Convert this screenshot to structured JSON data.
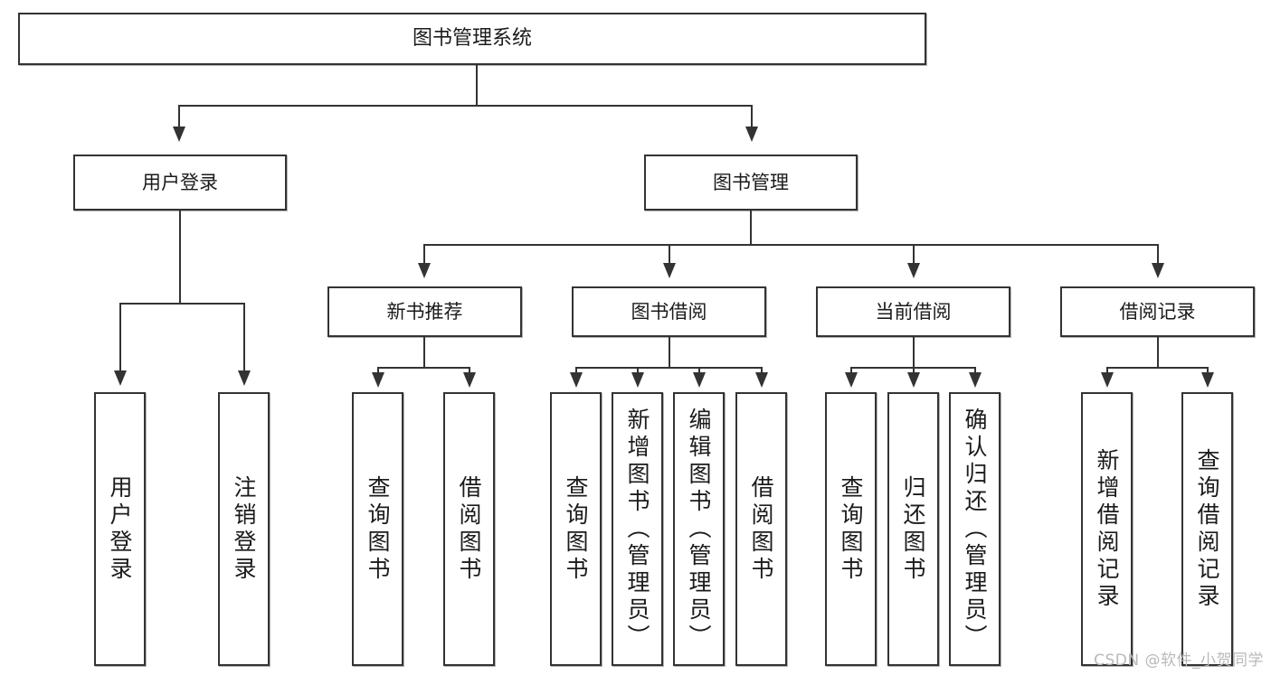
{
  "diagram": {
    "title": "图书管理系统",
    "watermark": "CSDN @软件_小贺同学",
    "level1": {
      "label": "图书管理系统"
    },
    "level2": [
      {
        "label": "用户登录"
      },
      {
        "label": "图书管理"
      }
    ],
    "level3": [
      {
        "label": "新书推荐"
      },
      {
        "label": "图书借阅"
      },
      {
        "label": "当前借阅"
      },
      {
        "label": "借阅记录"
      }
    ],
    "leaves": {
      "user_login": [
        {
          "label": "用户登录"
        },
        {
          "label": "注销登录"
        }
      ],
      "new_book": [
        {
          "label": "查询图书"
        },
        {
          "label": "借阅图书"
        }
      ],
      "book_borrow": [
        {
          "label": "查询图书"
        },
        {
          "label": "新增图书（管理员）"
        },
        {
          "label": "编辑图书（管理员）"
        },
        {
          "label": "借阅图书"
        }
      ],
      "current_borrow": [
        {
          "label": "查询图书"
        },
        {
          "label": "归还图书"
        },
        {
          "label": "确认归还（管理员）"
        }
      ],
      "borrow_record": [
        {
          "label": "新增借阅记录"
        },
        {
          "label": "查询借阅记录"
        }
      ]
    }
  }
}
